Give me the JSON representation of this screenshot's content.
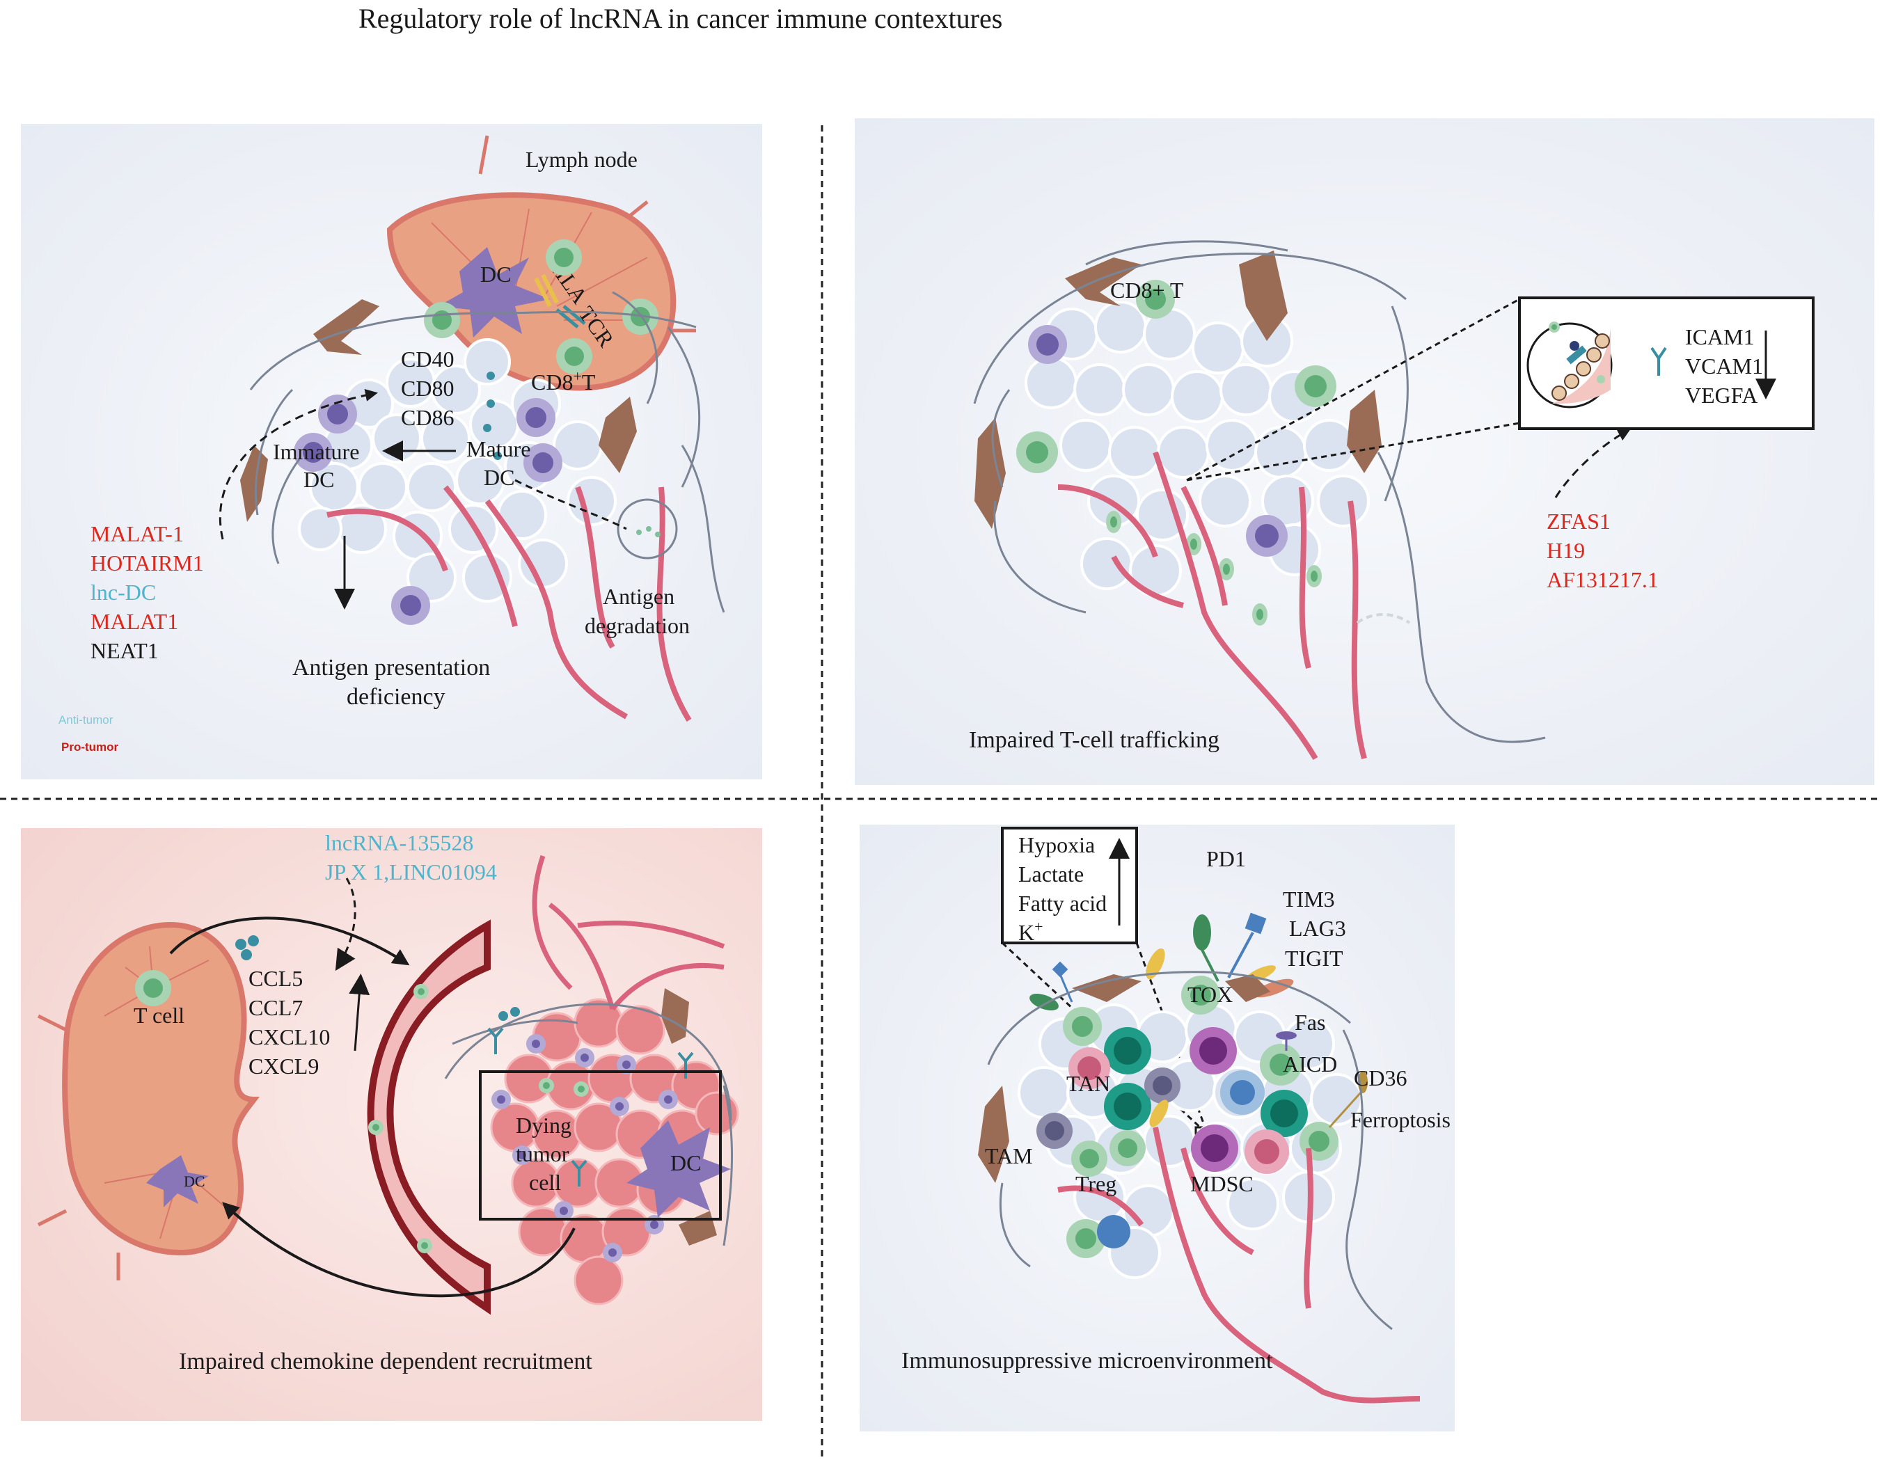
{
  "title": "Regulatory role of lncRNA in cancer immune contextures",
  "colors": {
    "pro_tumor": "#e1261c",
    "anti_tumor": "#4fb4cc",
    "vessel": "#d9627c",
    "lymph_node": "#e9a184",
    "panel_bg_blue": "#eef1f7",
    "panel_bg_pink": "#f8e3df"
  },
  "panel1": {
    "lymph_node": "Lymph node",
    "dc": "DC",
    "hla": "HLA",
    "tcr": "TCR",
    "cd8t": "CD8",
    "cd8t_sup": "+",
    "cd8t_tail": "T",
    "markers": [
      "CD40",
      "CD80",
      "CD86"
    ],
    "immature_dc_1": "Immature",
    "immature_dc_2": "DC",
    "mature_dc_1": "Mature",
    "mature_dc_2": "DC",
    "antigen_deg_1": "Antigen",
    "antigen_deg_2": "degradation",
    "lncrnas": [
      {
        "name": "MALAT-1",
        "role": "pro"
      },
      {
        "name": "HOTAIRM1",
        "role": "pro"
      },
      {
        "name": "lnc-DC",
        "role": "anti"
      },
      {
        "name": "MALAT1",
        "role": "pro"
      },
      {
        "name": "NEAT1",
        "role": "neutral"
      }
    ],
    "caption_1": "Antigen presentation",
    "caption_2": "deficiency",
    "legend_anti": "Anti-tumor",
    "legend_pro": "Pro-tumor"
  },
  "panel2": {
    "cd8": "CD8+  T",
    "inset_labels": [
      "ICAM1",
      "VCAM1",
      "VEGFA"
    ],
    "lncrnas": [
      "ZFAS1",
      "H19",
      "AF131217.1"
    ],
    "caption": "Impaired T-cell trafficking"
  },
  "panel3": {
    "lncrnas": [
      "lncRNA-135528",
      "JP X  1,LINC01094"
    ],
    "chemokines": [
      "CCL5",
      "CCL7",
      "CXCL10",
      "CXCL9"
    ],
    "tcell": "T cell",
    "dc_node": "DC",
    "dying_1": "Dying",
    "dying_2": "tumor",
    "dying_3": "cell",
    "dc_tumor": "DC",
    "caption": "Impaired chemokine dependent recruitment"
  },
  "panel4": {
    "factors": [
      "Hypoxia",
      "Lactate",
      "Fatty acid",
      "K"
    ],
    "k_sup": "+",
    "pd1": "PD1",
    "tim3": "TIM3",
    "lag3": "LAG3",
    "tigit": "TIGIT",
    "tox": "TOX",
    "fas": "Fas",
    "aicd": "AICD",
    "cd36": "CD36",
    "ferroptosis": "Ferroptosis",
    "tan": "TAN",
    "tam": "TAM",
    "treg": "Treg",
    "mdsc": "MDSC",
    "caption": "Immunosuppressive microenvironment"
  }
}
